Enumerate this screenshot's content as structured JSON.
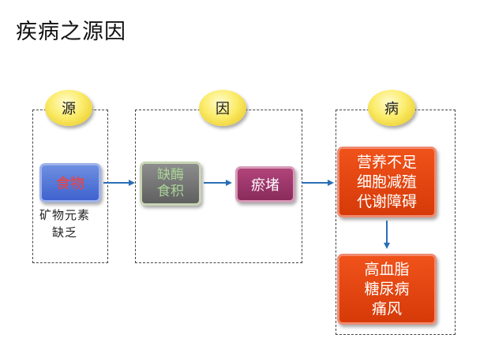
{
  "title": "疾病之源因",
  "stages": [
    {
      "label": "源"
    },
    {
      "label": "因"
    },
    {
      "label": "病"
    }
  ],
  "boxes": {
    "food": "食物",
    "indigestion": [
      "缺酶",
      "食积"
    ],
    "blockage": "瘀堵",
    "disease_causes": [
      "营养不足",
      "细胞减殖",
      "代谢障碍"
    ],
    "diseases": [
      "高血脂",
      "糖尿病",
      "痛风"
    ]
  },
  "note": [
    "矿物元素",
    "缺乏"
  ],
  "colors": {
    "arrow": "#2a6fb5",
    "coin": "#fbec6a",
    "red_box": "#e0440f"
  }
}
